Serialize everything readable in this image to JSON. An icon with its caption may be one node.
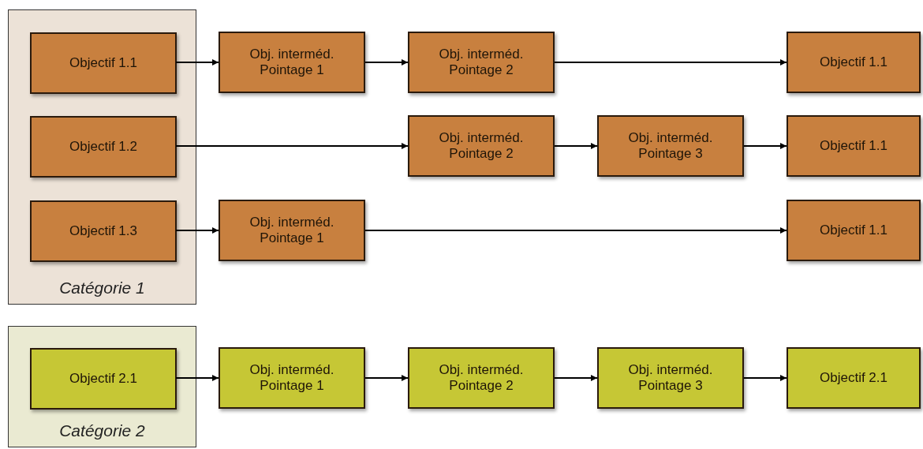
{
  "diagram": {
    "nodes": [
      {
        "text": [
          "Catégorie 1"
        ]
      },
      {
        "text": [
          "Objectif 1.1"
        ],
        "in": 0
      },
      {
        "text": [
          "Obj. interméd. Pointage 1"
        ]
      },
      {
        "text": [
          "Obj. interméd. Pointage 2"
        ]
      },
      {
        "text": [
          "Objectif 1.1"
        ]
      },
      {
        "text": [
          "Objectif 1.2"
        ],
        "in": 0
      },
      {
        "text": [
          "Obj. interméd. Pointage 2"
        ]
      },
      {
        "text": [
          "Obj. interméd. Pointage 3"
        ]
      },
      {
        "text": [
          "Objectif 1.1"
        ]
      },
      {
        "text": [
          "Objectif 1.3"
        ],
        "in": 0
      },
      {
        "text": [
          "Obj. interméd. Pointage 1"
        ]
      },
      {
        "text": [
          "Objectif 1.1"
        ]
      },
      {
        "text": [
          "Catégorie 2"
        ]
      },
      {
        "text": [
          "Objectif 2.1"
        ],
        "in": 12
      },
      {
        "text": [
          "Obj. interméd. Pointage 1"
        ]
      },
      {
        "text": [
          "Obj. interméd. Pointage 2"
        ]
      },
      {
        "text": [
          "Obj. interméd. Pointage 3"
        ]
      },
      {
        "text": [
          "Objectif 2.1"
        ]
      }
    ],
    "edges": [
      {
        "from": 1,
        "to": 2,
        "arrow": "to"
      },
      {
        "from": 2,
        "to": 3,
        "arrow": "to"
      },
      {
        "from": 3,
        "to": 4,
        "arrow": "to"
      },
      {
        "from": 5,
        "to": 6,
        "arrow": "to"
      },
      {
        "from": 6,
        "to": 7,
        "arrow": "to"
      },
      {
        "from": 7,
        "to": 8,
        "arrow": "to"
      },
      {
        "from": 9,
        "to": 10,
        "arrow": "to"
      },
      {
        "from": 10,
        "to": 11,
        "arrow": "to"
      },
      {
        "from": 13,
        "to": 14,
        "arrow": "to"
      },
      {
        "from": 14,
        "to": 15,
        "arrow": "to"
      },
      {
        "from": 15,
        "to": 16,
        "arrow": "to"
      },
      {
        "from": 16,
        "to": 17,
        "arrow": "to"
      }
    ]
  }
}
